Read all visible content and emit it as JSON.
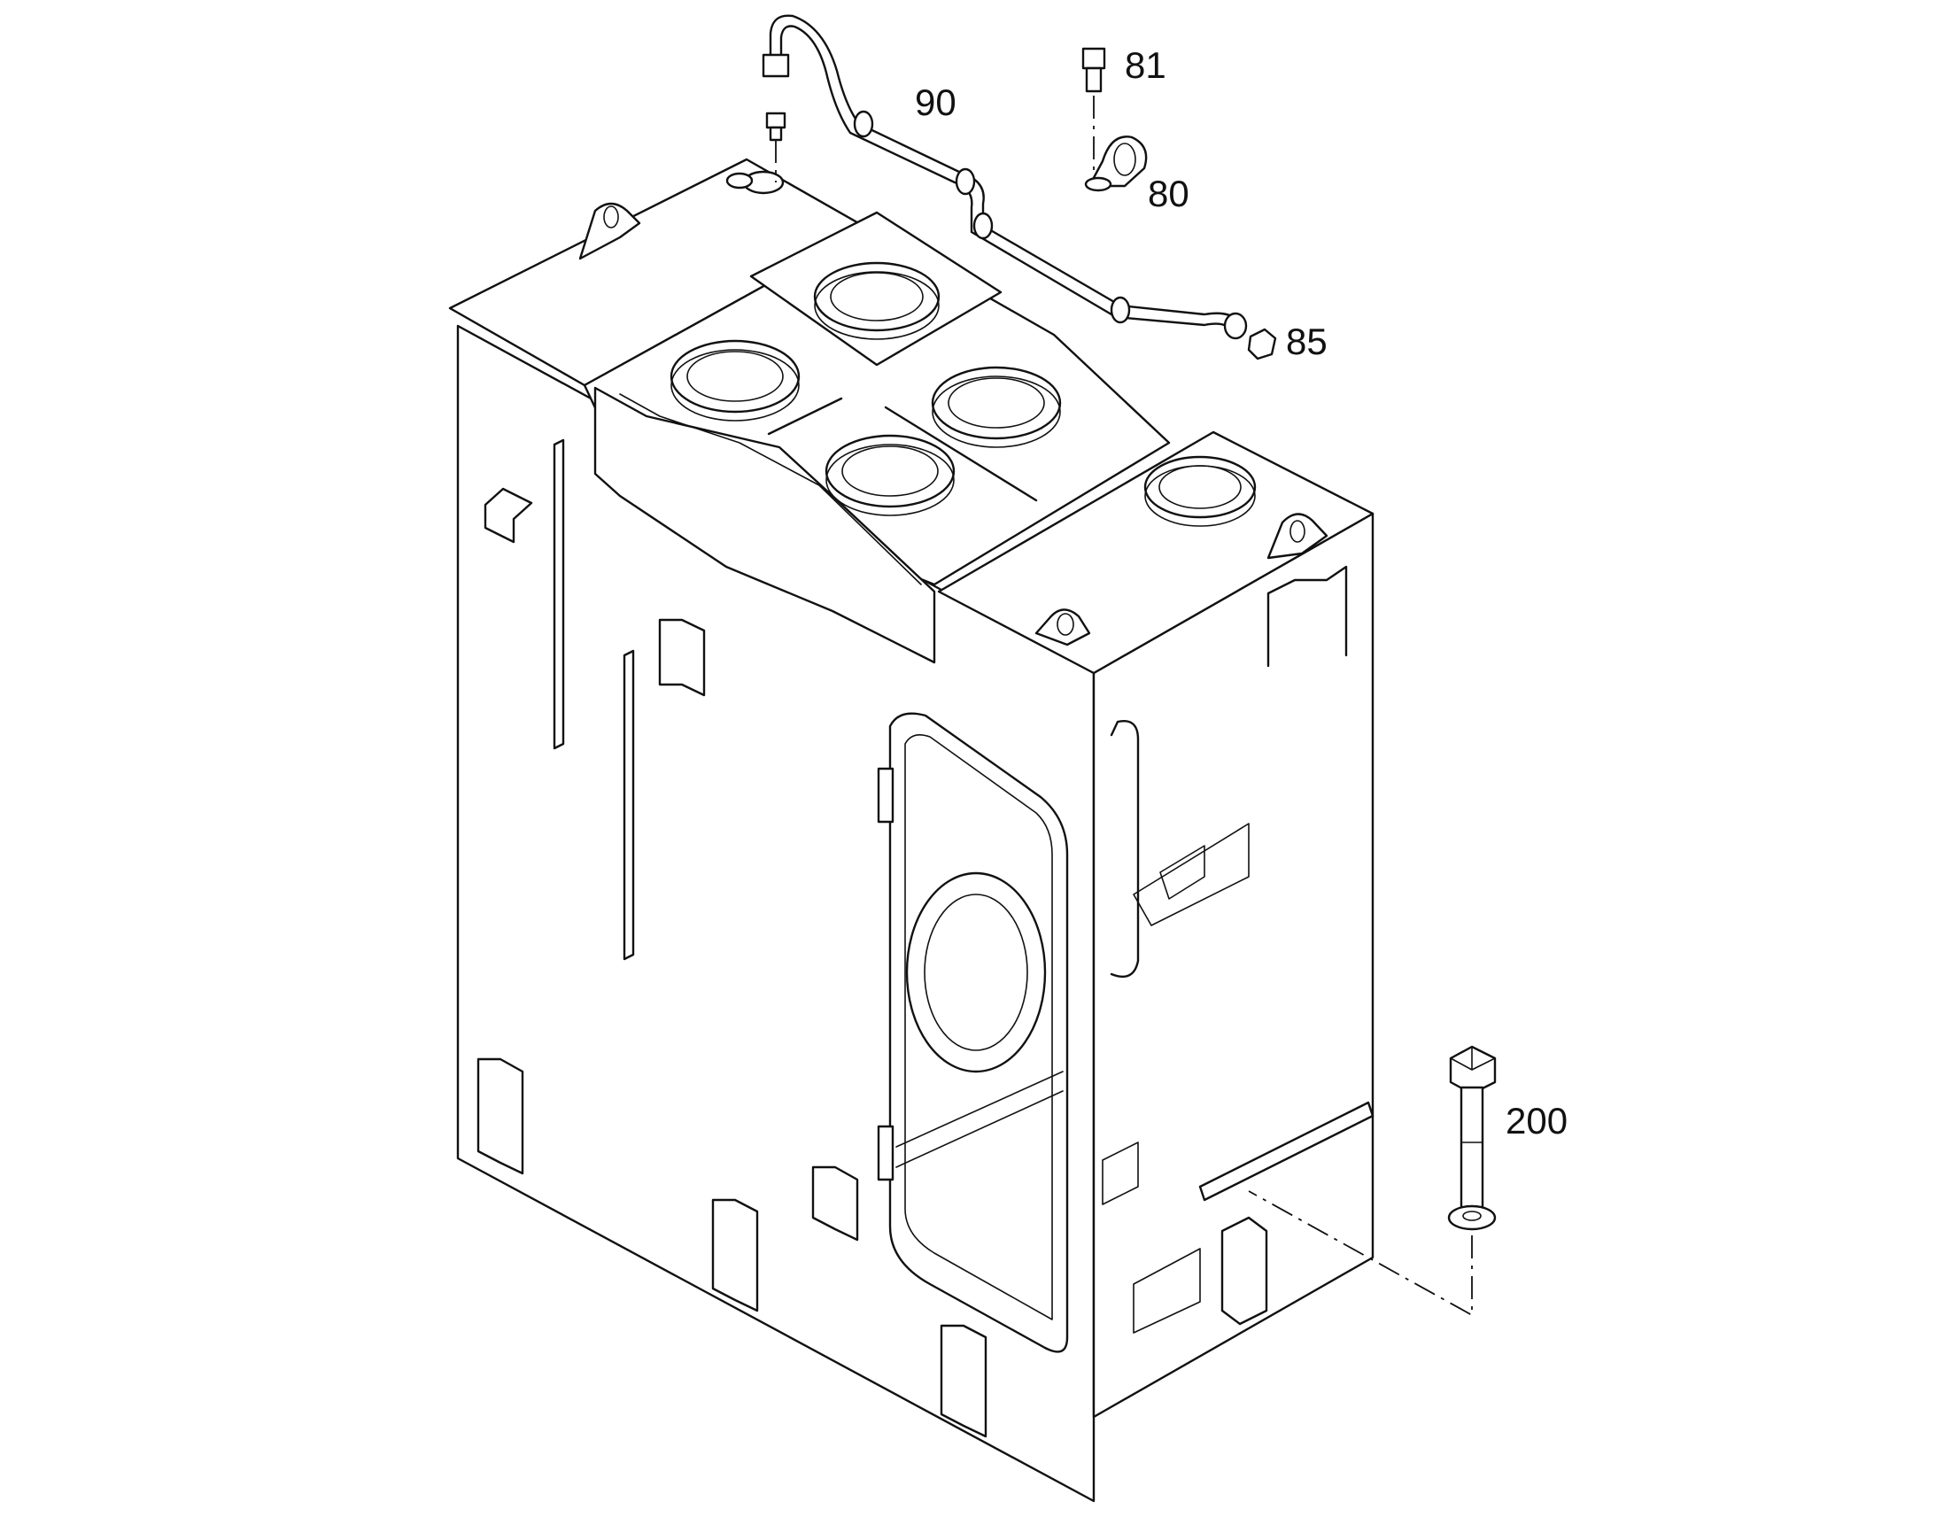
{
  "callouts": {
    "c81": "81",
    "c80": "80",
    "c90": "90",
    "c85": "85",
    "c200": "200"
  }
}
